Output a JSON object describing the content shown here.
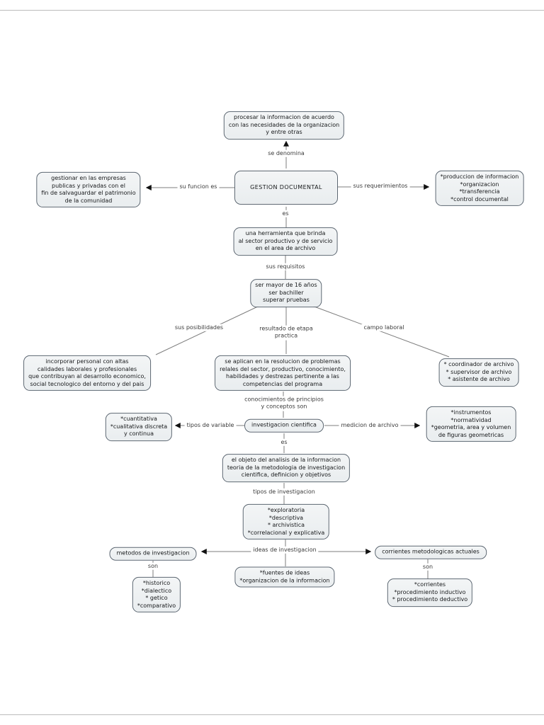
{
  "diagram_title": "GESTION DOCUMENTAL",
  "colors": {
    "node_fill": "#eef1f3",
    "node_border": "#5a6570",
    "connector_line": "#7d7d7d",
    "arrowhead": "#111111",
    "background": "#ffffff"
  },
  "nodes": {
    "procesar": "procesar la informacion de acuerdo\ncon las necesidades de la organizacion\ny entre otras",
    "gestionar": "gestionar en las empresas\npublicas y privadas con el\nfin de salvaguardar el patrimonio\nde la comunidad",
    "gestion_documental": "GESTION DOCUMENTAL",
    "produccion": "*produccion de informacion\n*organizacion\n*transferencia\n*control documental",
    "herramienta": "una herramienta que brinda\nal sector productivo y de servicio\nen el area de archivo",
    "requisitos": "ser mayor de 16 años\nser bachiller\nsuperar pruebas",
    "incorporar": "incorporar personal con altas\ncalidades laborales y profesionales\nque contribuyan al desarrollo economico,\nsocial tecnologico del entorno y del pais",
    "aplican": "se aplican en la resolucion de problemas\nrelales del sector, productivo, conocimiento,\nhabilidades y destrezas pertinente a las\ncompetencias del programa",
    "coordinador": "* coordinador de archivo\n* supervisor de archivo\n* asistente de archivo",
    "investigacion": "investigacion cientifica",
    "cuantitativa": "*cuantitativa\n*cualitativa discreta\ny continua",
    "instrumentos": "*instrumentos\n*normatividad\n*geometria, area y volumen\nde figuras geometricas",
    "objeto": "el objeto del analisis de la informacion\nteoria de la metodologia de investigacion\ncientifica, definicion y objetivos",
    "exploratoria": "*exploratoria\n*descriptiva\n* archivistica\n*correlacional y explicativa",
    "metodos": "metodos de investigacion",
    "corrientes_met": "corrientes metodologicas actuales",
    "fuentes": "*fuentes de ideas\n*organizacion de la informacion",
    "historico": "*historico\n*dialectico\n* getico\n*comparativo",
    "corrientes": "*corrientes\n*procedimiento inductivo\n* procedimiento deductivo"
  },
  "labels": {
    "se_denomina": "se denomina",
    "su_funcion": "su funcion es",
    "sus_requerimientos": "sus requerimientos",
    "es1": "es",
    "sus_requisitos": "sus requisitos",
    "sus_posibilidades": "sus posibilidades",
    "resultado_etapa": "resultado de etapa\npractica",
    "campo_laboral": "campo laboral",
    "conocimientos": "conocimientos de principios\ny conceptos son",
    "tipos_variable": "tipos de variable",
    "medicion_archivo": "medicion de archivo",
    "es2": "es",
    "tipos_investigacion": "tipos de investigacion",
    "ideas_investigacion": "ideas de investigacion",
    "son_left": "son",
    "son_right": "son"
  }
}
